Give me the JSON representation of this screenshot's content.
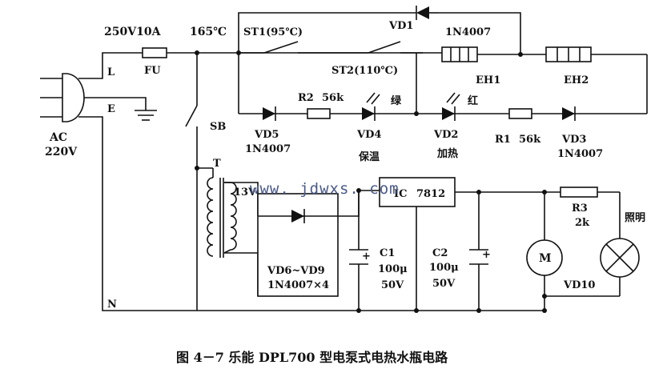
{
  "labels": {
    "fuse_rating": "250V10A",
    "thermostat_temp": "165℃",
    "st1": "ST1(95℃)",
    "vd1": "VD1",
    "vd1_part": "1N4007",
    "st2": "ST2(110℃)",
    "line_l": "L",
    "line_e": "E",
    "line_n": "N",
    "fu": "FU",
    "eh1": "EH1",
    "eh2": "EH2",
    "ac": "AC",
    "ac_voltage": "220V",
    "r2": "R2",
    "r2_value": "56k",
    "green": "绿",
    "red": "红",
    "sb": "SB",
    "vd5": "VD5",
    "vd5_part": "1N4007",
    "vd4": "VD4",
    "vd4_function": "保温",
    "vd2": "VD2",
    "vd2_function": "加热",
    "r1": "R1",
    "r1_value": "56k",
    "vd3": "VD3",
    "vd3_part": "1N4007",
    "transformer": "T",
    "secondary_voltage": "13V",
    "ic": "IC",
    "ic_part": "7812",
    "r3": "R3",
    "r3_value": "2k",
    "lighting": "照明",
    "plus1": "+",
    "c1": "C1",
    "c1_value": "100μ",
    "c1_voltage": "50V",
    "c2": "C2",
    "c2_value": "100μ",
    "c2_voltage": "50V",
    "plus2": "+",
    "motor": "M",
    "vd10": "VD10",
    "bridge": "VD6~VD9",
    "bridge_part": "1N4007×4",
    "website": "www. jdwxs. com",
    "caption": "图 4－7   乐能 DPL700 型电泵式电热水瓶电路"
  }
}
